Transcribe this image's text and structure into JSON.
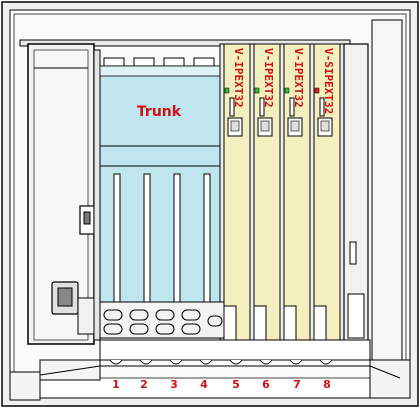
{
  "trunk_area": {
    "label": "Trunk"
  },
  "cards": [
    {
      "label": "V-IPEXT32",
      "led_color": "#2fbf2f"
    },
    {
      "label": "V-IPEXT32",
      "led_color": "#2fbf2f"
    },
    {
      "label": "V-IPEXT32",
      "led_color": "#2fbf2f"
    },
    {
      "label": "V-SIPEXT32",
      "led_color": "#e02020"
    }
  ],
  "slots": [
    "1",
    "2",
    "3",
    "4",
    "5",
    "6",
    "7",
    "8"
  ],
  "colors": {
    "trunk_fill": "#bfe6ef",
    "card_fill": "#f4efbe",
    "label_red": "#cc1111",
    "frame": "#f0f0f0"
  }
}
